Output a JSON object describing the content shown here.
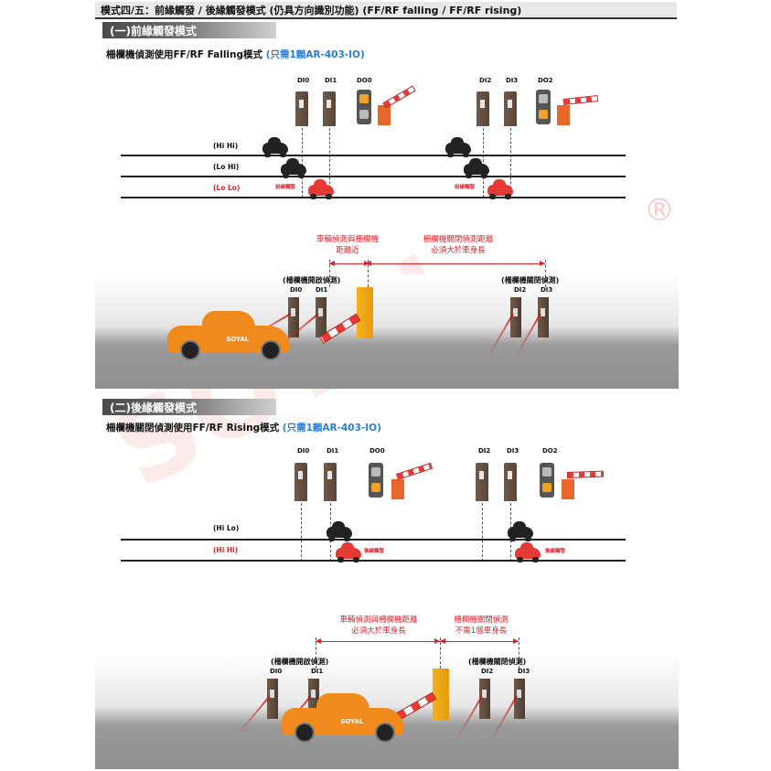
{
  "header": {
    "title": "模式四/五：前緣觸發 / 後緣觸發模式 (仍具方向識別功能) (FF/RF falling / FF/RF rising)"
  },
  "section1": {
    "heading": "(一)前緣觸發模式",
    "subtitle": "柵欄機偵測使用FF/RF Falling模式",
    "subtitle_highlight": "(只需1顆AR-403-IO)",
    "device_labels": [
      "DI0",
      "DI1",
      "DO0",
      "DI2",
      "DI3",
      "DO2"
    ],
    "rows": [
      "(Hi Hi)",
      "(Lo Hi)",
      "(Lo Lo)"
    ],
    "trigger_notes": [
      "前緣觸發",
      "前緣觸發"
    ],
    "scene": {
      "note_left": "車輛偵測與柵欄機\n距離近",
      "note_right": "柵欄機關閉偵測距離\n必須大於車身長",
      "group_left": "(柵欄機開啟偵測)",
      "group_right": "(柵欄機關閉偵測)",
      "labels": [
        "DI0",
        "DI1",
        "DI2",
        "DI3"
      ],
      "car_brand": "SOYAL"
    }
  },
  "section2": {
    "heading": "(二)後緣觸發模式",
    "subtitle": "柵欄機關閉偵測使用FF/RF Rising模式",
    "subtitle_highlight": "(只需1顆AR-403-IO)",
    "device_labels": [
      "DI0",
      "DI1",
      "DO0",
      "DI2",
      "DI3",
      "DO2"
    ],
    "rows": [
      "(Hi Lo)",
      "(Hi Hi)"
    ],
    "trigger_notes": [
      "後緣觸發",
      "後緣觸發"
    ],
    "scene": {
      "note_left": "車輛偵測與柵欄機距離\n必須大於車身長",
      "note_right": "柵欄機關閉偵測\n不需1個車身長",
      "group_left": "(柵欄機開啟偵測)",
      "group_right": "(柵欄機關閉偵測)",
      "labels": [
        "DI0",
        "DI1",
        "DI2",
        "DI3"
      ],
      "car_brand": "SOYAL"
    }
  },
  "watermark": {
    "text": "SOYAL",
    "mark": "®"
  },
  "colors": {
    "accent_blue": "#2a7fd5",
    "accent_red": "#e0202a",
    "car_orange": "#f08a1c",
    "gate_yellow": "#f6b21a"
  }
}
